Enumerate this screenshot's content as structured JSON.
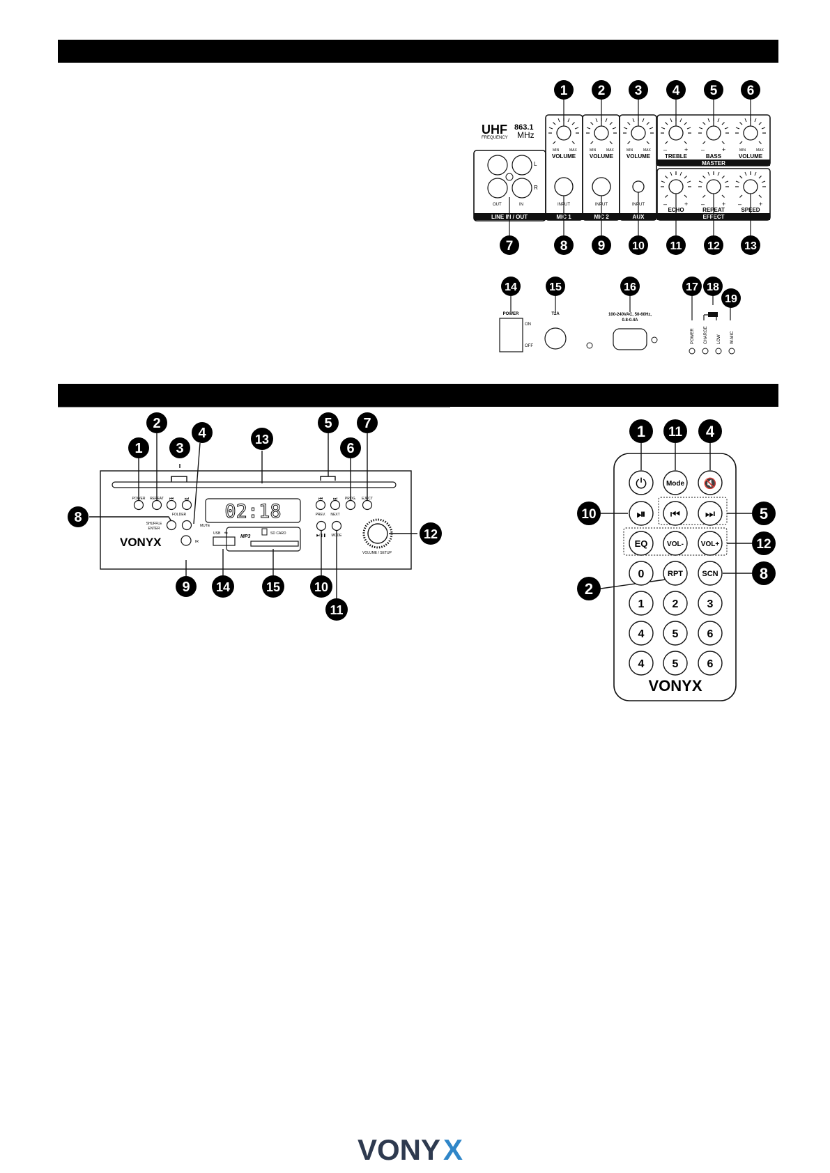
{
  "rear_panel": {
    "uhf_label": "UHF",
    "frequency_label": "FREQUENCY",
    "frequency_value": "863.1",
    "frequency_unit": "MHz",
    "knob_min": "MIN",
    "knob_max": "MAX",
    "channel_volume_label": "VOLUME",
    "treble_label": "TREBLE",
    "bass_label": "BASS",
    "master_volume_label": "VOLUME",
    "master_label": "MASTER",
    "echo_label": "ECHO",
    "repeat_label": "REPEAT",
    "speed_label": "SPEED",
    "effect_label": "EFFECT",
    "minus": "–",
    "plus": "+",
    "jack_l": "L",
    "jack_r": "R",
    "jack_out": "OUT",
    "jack_in": "IN",
    "line_label": "LINE IN / OUT",
    "input_label": "INPUT",
    "mic1_label": "MIC 1",
    "mic2_label": "MIC 2",
    "aux_label": "AUX",
    "power_label": "POWER",
    "on_label": "ON",
    "off_label": "OFF",
    "fuse_label": "T2A",
    "mains_line1": "100-240VAC, 50-60Hz,",
    "mains_line2": "0.8-0.4A",
    "led_power": "POWER",
    "led_charge": "CHARGE",
    "led_low": "LOW",
    "led_mic": "W-MIC",
    "callouts_top": [
      "1",
      "2",
      "3",
      "4",
      "5",
      "6"
    ],
    "callouts_bottom": [
      "7",
      "8",
      "9",
      "10",
      "11",
      "12",
      "13"
    ],
    "callouts_lower": [
      "14",
      "15",
      "16",
      "17",
      "18",
      "19"
    ]
  },
  "front_panel": {
    "display_time": "02:18",
    "btn_power": "POWER",
    "btn_repeat": "REPEAT",
    "folder_label": "FOLDER",
    "btn_prev": "PREV.",
    "btn_next": "NEXT",
    "btn_prog": "PROG.",
    "btn_eject": "EJECT",
    "shuffle_line1": "SHUFFLE",
    "shuffle_line2": "ENTER",
    "mute_label": "MUTE",
    "ir_label": "IR",
    "brand": "VONYX",
    "usb_label": "USB",
    "sd_label": "SD CARD",
    "mp3_label": "MP3",
    "play_label": "▶/❚❚",
    "mode_label": "MODE",
    "volume_setup_label": "VOLUME / SETUP",
    "callouts": [
      "1",
      "2",
      "3",
      "4",
      "5",
      "6",
      "7",
      "8",
      "9",
      "10",
      "11",
      "12",
      "13",
      "14",
      "15"
    ]
  },
  "remote": {
    "btn_mode": "Mode",
    "btn_eq": "EQ",
    "btn_vol_down": "VOL-",
    "btn_vol_up": "VOL+",
    "btn_zero": "0",
    "btn_rpt": "RPT",
    "btn_scn": "SCN",
    "digits_row1": [
      "1",
      "2",
      "3"
    ],
    "digits_row2": [
      "4",
      "5",
      "6"
    ],
    "digits_row3": [
      "4",
      "5",
      "6"
    ],
    "brand": "VONYX",
    "callouts": [
      "1",
      "11",
      "4",
      "10",
      "5",
      "12",
      "2",
      "8"
    ]
  },
  "footer": {
    "brand_prefix": "VONY",
    "brand_x": "X",
    "brand_color": "#2e3a4f",
    "accent_color": "#2f86c8"
  }
}
